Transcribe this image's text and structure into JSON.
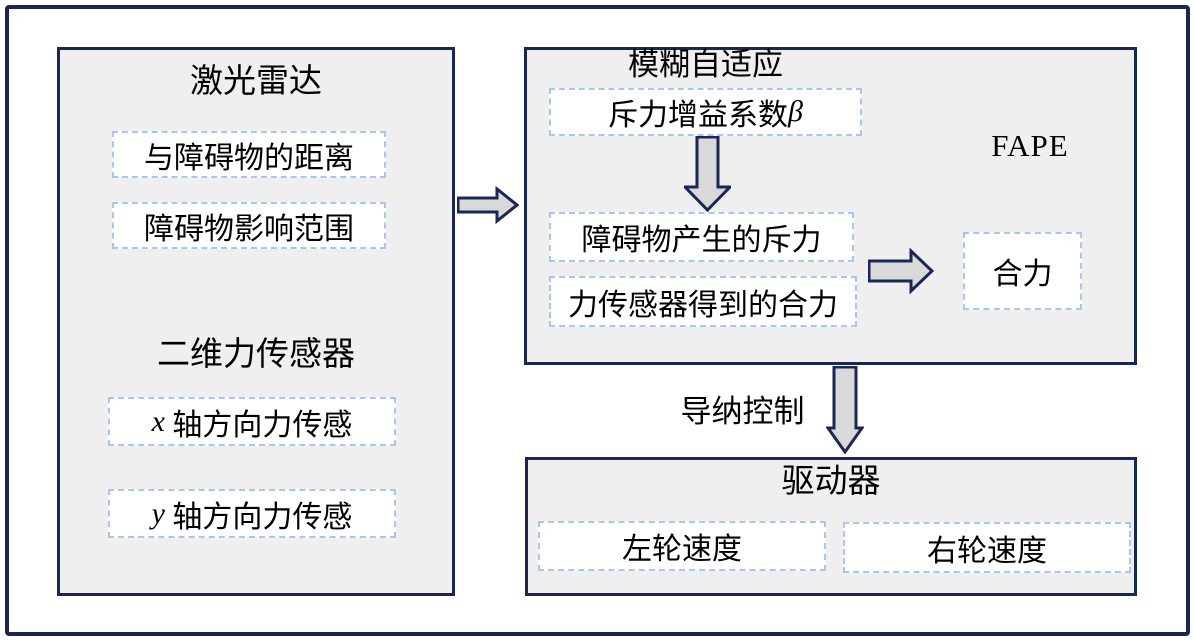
{
  "diagram": {
    "lidar_panel": {
      "title": "激光雷达",
      "items": [
        "与障碍物的距离",
        "障碍物影响范围"
      ],
      "sensor_title": "二维力传感器",
      "sensor_items": [
        {
          "variable": "x",
          "label": " 轴方向力传感"
        },
        {
          "variable": "y",
          "label": " 轴方向力传感"
        }
      ]
    },
    "fape_panel": {
      "title": "模糊自适应",
      "beta_box": {
        "label": "斥力增益系数",
        "variable": "β"
      },
      "corner_label": "FAPE",
      "items": [
        "障碍物产生的斥力",
        "力传感器得到的合力"
      ],
      "resultant_label": "合力"
    },
    "admittance_label": "导纳控制",
    "driver_panel": {
      "title": "驱动器",
      "items": [
        "左轮速度",
        "右轮速度"
      ]
    },
    "colors": {
      "frame_border": "#1b2753",
      "panel_fill": "#efefef",
      "dashed_border": "#a8c6ee",
      "arrow_fill": "#d9d9d9",
      "text": "#000000"
    }
  }
}
